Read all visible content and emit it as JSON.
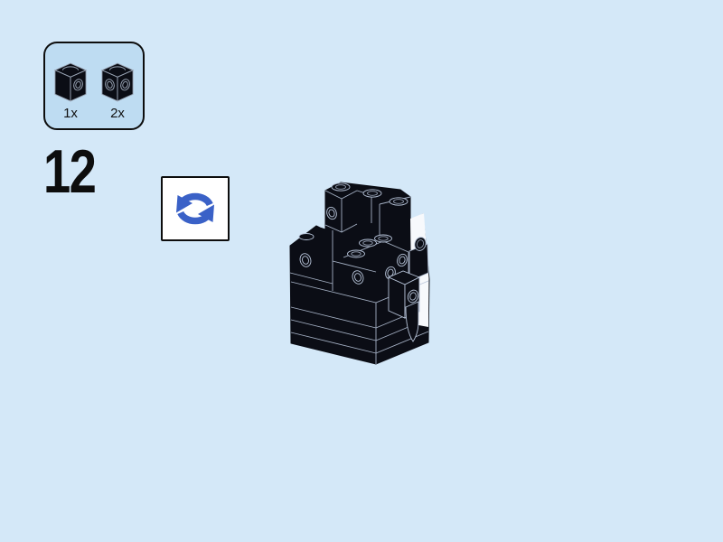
{
  "page": {
    "background_color": "#d4e8f8"
  },
  "step": {
    "number": "12"
  },
  "parts_panel": {
    "background_color": "#bedcf2",
    "parts": [
      {
        "count": "1x",
        "icon": "black-brick-1x1-one-side-stud-icon"
      },
      {
        "count": "2x",
        "icon": "black-brick-1x1-two-side-studs-icon"
      }
    ]
  },
  "rotate_hint": {
    "icon": "rotate-model-icon",
    "arrow_color": "#3a61c7"
  },
  "model_illustration": {
    "icon": "lego-black-brick-assembly-illustration",
    "brick_color": "#0b0d15",
    "accent_white": "#f7f9fc"
  }
}
